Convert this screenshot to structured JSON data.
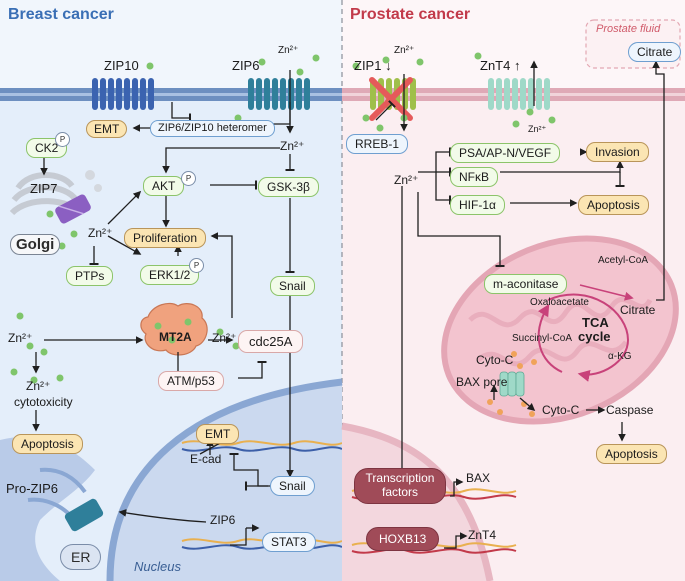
{
  "panels": {
    "left_title": "Breast cancer",
    "right_title": "Prostate cancer"
  },
  "breast": {
    "zip10": "ZIP10",
    "zip6": "ZIP6",
    "zn_top": "Zn²⁺",
    "emt_top": "EMT",
    "heteromer": "ZIP6/ZIP10 heteromer",
    "ck2": "CK2",
    "p_label": "P",
    "zip7": "ZIP7",
    "golgi": "Golgi",
    "zn_mid": "Zn²⁺",
    "zn_zip7": "Zn²⁺",
    "akt": "AKT",
    "gsk": "GSK-3β",
    "proliferation": "Proliferation",
    "ptps": "PTPs",
    "erk": "ERK1/2",
    "snail_cyt": "Snail",
    "zn_left": "Zn²⁺",
    "mt2a": "MT2A",
    "zn_mt2a": "Zn²⁺",
    "cdc25a": "cdc25A",
    "zn_cyto": "Zn²⁺",
    "cytotoxicity": "cytotoxicity",
    "atm_p53": "ATM/p53",
    "apoptosis": "Apoptosis",
    "emt_nuc": "EMT",
    "ecad": "E-cad",
    "snail_nuc": "Snail",
    "pro_zip6": "Pro-ZIP6",
    "zip6_gene": "ZIP6",
    "stat3": "STAT3",
    "er": "ER",
    "nucleus": "Nucleus"
  },
  "prostate": {
    "zip1": "ZIP1 ↓",
    "zn_top": "Zn²⁺",
    "znt4": "ZnT4 ↑",
    "prostate_fluid": "Prostate fluid",
    "citrate_top": "Citrate",
    "rreb1": "RREB-1",
    "zn_cyt": "Zn²⁺",
    "zn_znt4": "Zn²⁺",
    "psa": "PSA/AP-N/VEGF",
    "invasion": "Invasion",
    "nfkb": "NFκB",
    "hif": "HIF-1α",
    "apoptosis_top": "Apoptosis",
    "macon": "m-aconitase",
    "acetylcoa": "Acetyl-CoA",
    "oxaloacetate": "Oxaloacetate",
    "citrate_tca": "Citrate",
    "tca": "TCA",
    "cycle": "cycle",
    "succinylcoa": "Succinyl-CoA",
    "akg": "α-KG",
    "cytoc_mito": "Cyto-C",
    "bax_pore": "BAX pore",
    "cytoc_out": "Cyto-C",
    "caspase": "Caspase",
    "apoptosis_bottom": "Apoptosis",
    "tf": "Transcription factors",
    "bax_gene": "BAX",
    "hoxb13": "HOXB13",
    "znt4_gene": "ZnT4"
  },
  "colors": {
    "left_bg": "#e4eefa",
    "right_bg": "#fbeef1",
    "left_title": "#3a6fb5",
    "right_title": "#c23a4a",
    "membrane_left": "#6d8fc0",
    "membrane_right": "#dfa9b6",
    "zinc_dot": "#7fc56b"
  }
}
